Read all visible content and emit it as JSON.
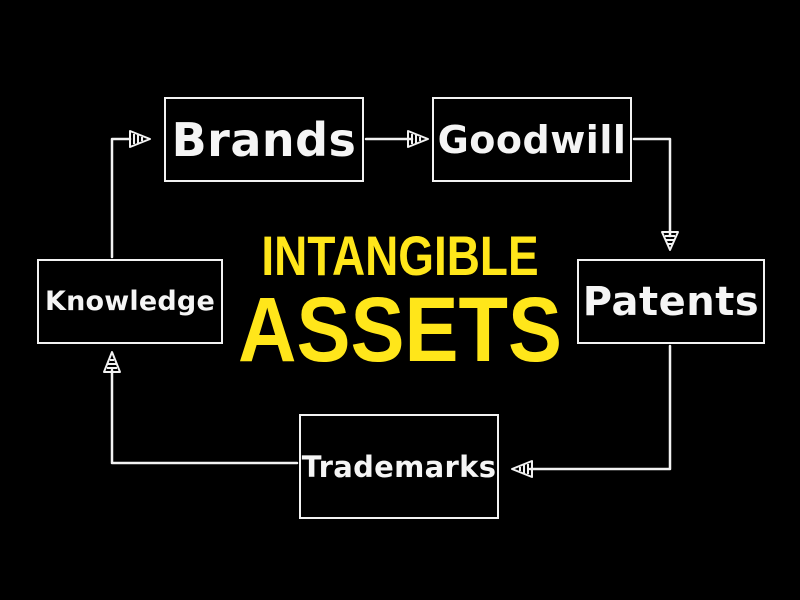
{
  "diagram": {
    "title_line1": "INTANGIBLE",
    "title_line2": "ASSETS",
    "nodes": {
      "brands": "Brands",
      "goodwill": "Goodwill",
      "patents": "Patents",
      "trademarks": "Trademarks",
      "knowledge": "Knowledge"
    },
    "flow": [
      "brands",
      "goodwill",
      "patents",
      "trademarks",
      "knowledge",
      "brands"
    ]
  },
  "colors": {
    "background": "#000000",
    "title": "#ffe61a",
    "foreground": "#f2f2f2"
  }
}
